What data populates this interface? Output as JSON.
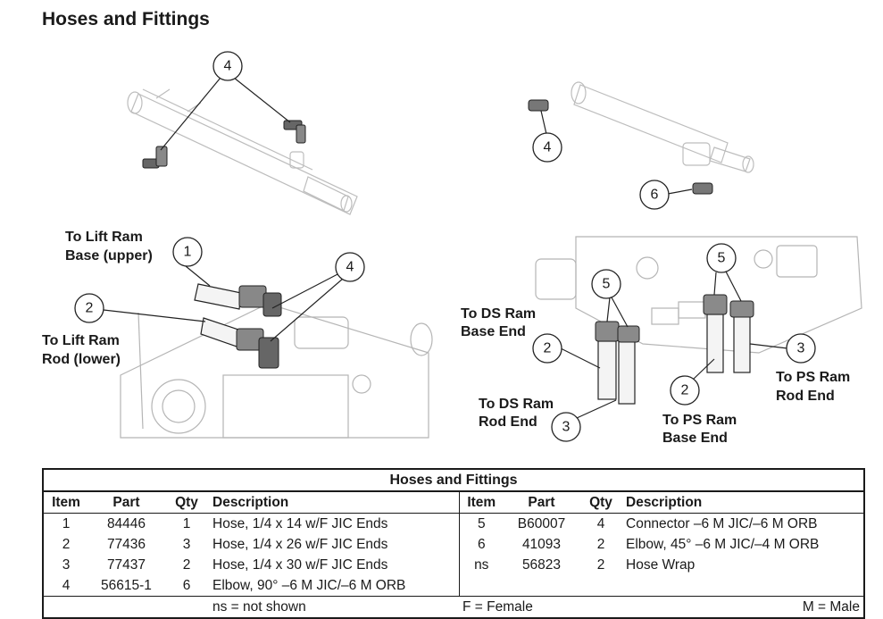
{
  "page_title": "Hoses and Fittings",
  "labels": {
    "lift_base": [
      "To Lift Ram",
      "Base (upper)"
    ],
    "lift_rod": [
      "To Lift Ram",
      "Rod (lower)"
    ],
    "ds_base": [
      "To DS Ram",
      "Base End"
    ],
    "ds_rod": [
      "To DS Ram",
      "Rod End"
    ],
    "ps_base": [
      "To PS Ram",
      "Base End"
    ],
    "ps_rod": [
      "To PS Ram",
      "Rod End"
    ]
  },
  "bubbles": {
    "b4_top_left": "4",
    "b4_top_right": "4",
    "b6_top_right": "6",
    "b1": "1",
    "b2_left": "2",
    "b4_mid_left": "4",
    "b5_left": "5",
    "b5_right": "5",
    "b2_ds": "2",
    "b3_ds": "3",
    "b2_ps": "2",
    "b3_ps": "3"
  },
  "table": {
    "title": "Hoses and Fittings",
    "headers": [
      "Item",
      "Part",
      "Qty",
      "Description"
    ],
    "left_rows": [
      {
        "item": "1",
        "part": "84446",
        "qty": "1",
        "desc": "Hose, 1/4 x 14 w/F JIC Ends"
      },
      {
        "item": "2",
        "part": "77436",
        "qty": "3",
        "desc": "Hose, 1/4 x 26 w/F JIC Ends"
      },
      {
        "item": "3",
        "part": "77437",
        "qty": "2",
        "desc": "Hose, 1/4 x 30 w/F JIC Ends"
      },
      {
        "item": "4",
        "part": "56615-1",
        "qty": "6",
        "desc": "Elbow, 90° –6 M JIC/–6 M ORB"
      }
    ],
    "right_rows": [
      {
        "item": "5",
        "part": "B60007",
        "qty": "4",
        "desc": "Connector –6 M JIC/–6 M ORB"
      },
      {
        "item": "6",
        "part": "41093",
        "qty": "2",
        "desc": "Elbow, 45° –6 M JIC/–4 M ORB"
      },
      {
        "item": "ns",
        "part": "56823",
        "qty": "2",
        "desc": "Hose Wrap"
      },
      {
        "item": "",
        "part": "",
        "qty": "",
        "desc": ""
      }
    ],
    "legend": [
      "ns = not shown",
      "F = Female",
      "M = Male"
    ]
  }
}
